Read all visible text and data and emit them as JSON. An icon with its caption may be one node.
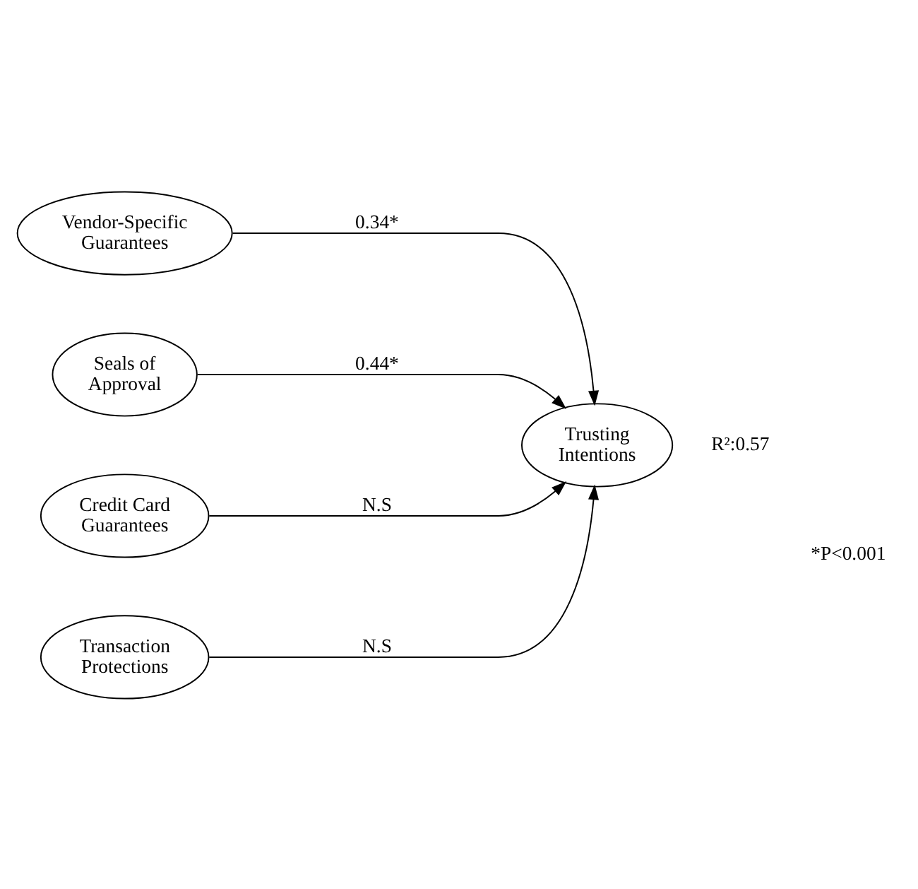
{
  "diagram": {
    "nodes": [
      {
        "text": [
          "Vendor-Specific Guarantees"
        ]
      },
      {
        "text": [
          "Seals of Approval"
        ]
      },
      {
        "text": [
          "Credit Card Guarantees"
        ]
      },
      {
        "text": [
          "Transaction Protections"
        ]
      },
      {
        "text": [
          "Trusting Intentions"
        ],
        "beside": [
          "R²:0.57"
        ]
      }
    ],
    "edges": [
      {
        "from": 0,
        "to": 4,
        "arrow": "to",
        "label": "0.34*"
      },
      {
        "from": 1,
        "to": 4,
        "arrow": "to",
        "label": "0.44*"
      },
      {
        "from": 2,
        "to": 4,
        "arrow": "to",
        "label": "N.S"
      },
      {
        "from": 3,
        "to": 4,
        "arrow": "to",
        "label": "N.S"
      }
    ],
    "labels": [
      "*P<0.001"
    ]
  }
}
